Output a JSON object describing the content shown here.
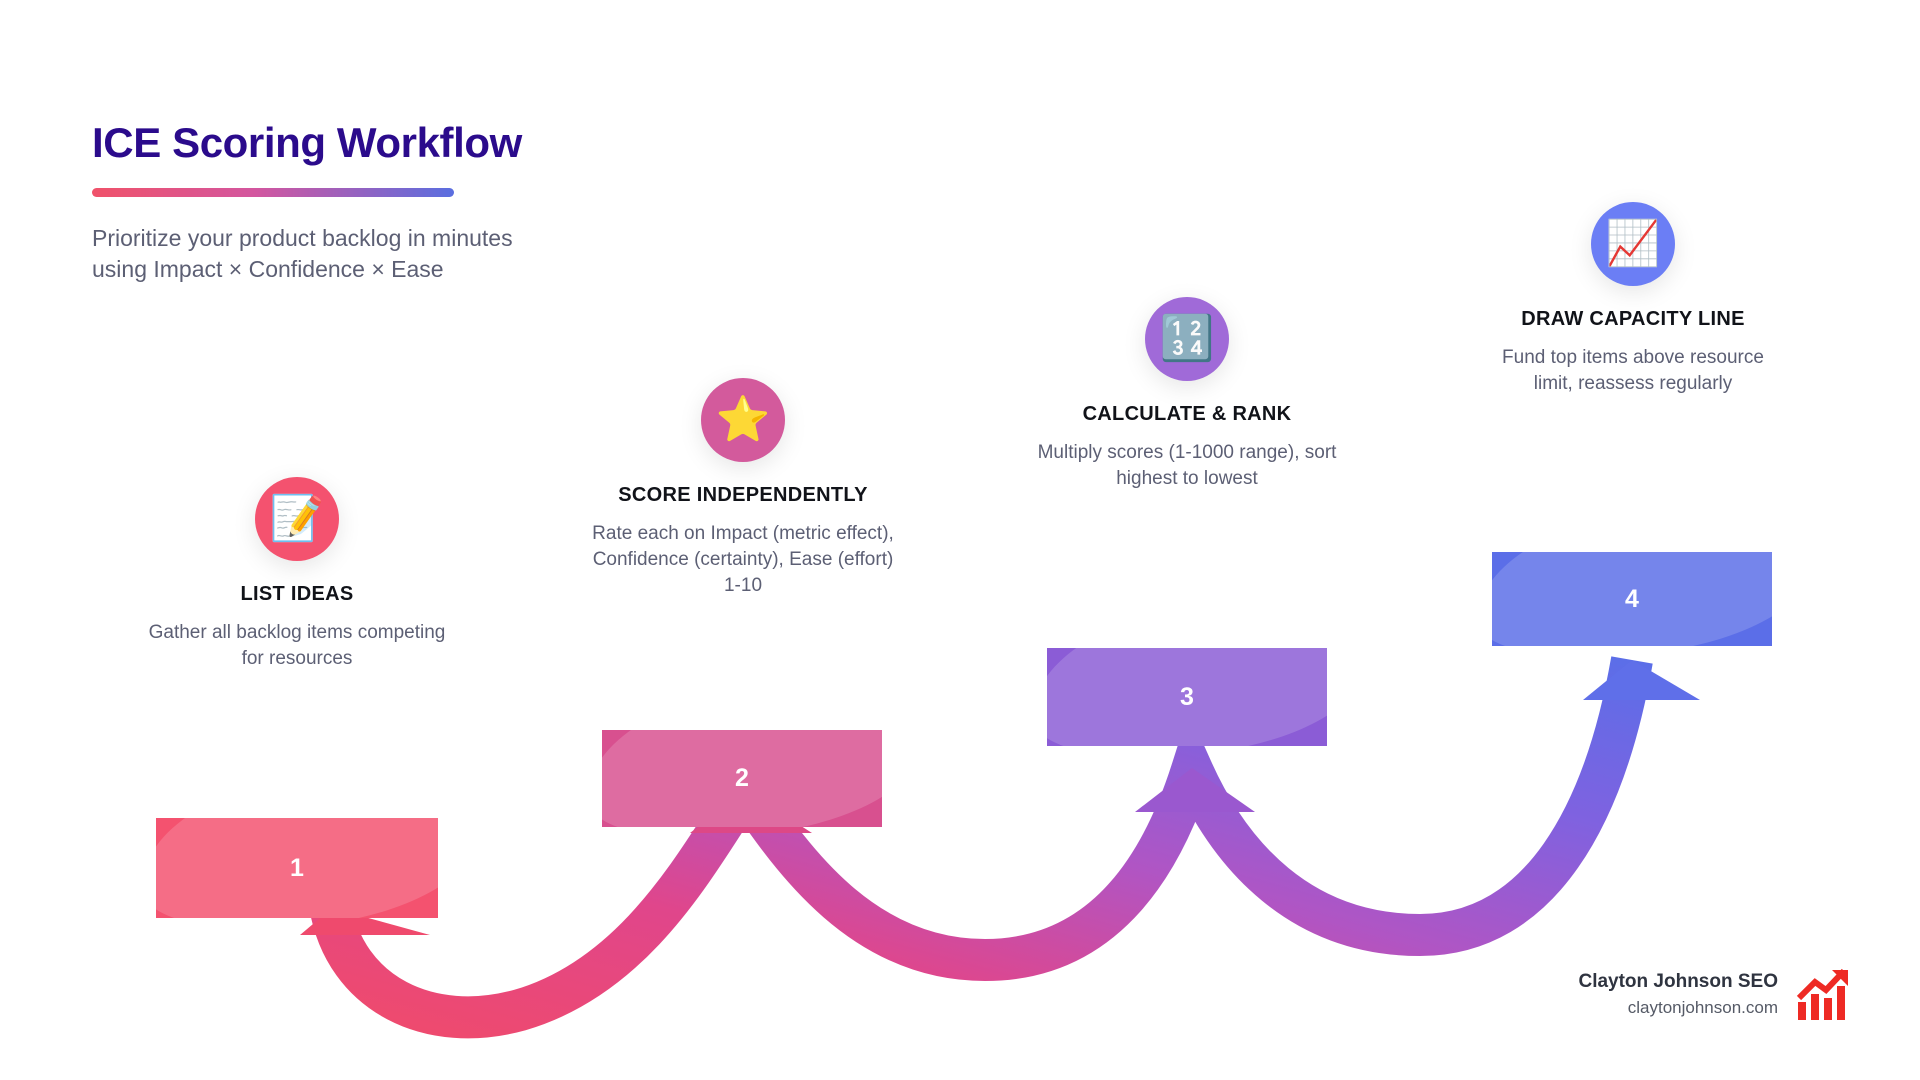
{
  "header": {
    "title": "ICE Scoring Workflow",
    "subtitle": "Prioritize your product backlog in minutes\nusing Impact × Confidence × Ease",
    "accent_from": "#f0526a",
    "accent_to": "#5a6ee0"
  },
  "steps": [
    {
      "number": "1",
      "icon": "memo-icon",
      "icon_glyph": "📝",
      "circle_color": "#f4526f",
      "bar_color": "#f4526f",
      "title": "LIST IDEAS",
      "desc": "Gather all backlog items competing for resources"
    },
    {
      "number": "2",
      "icon": "star-icon",
      "icon_glyph": "⭐",
      "circle_color": "#d35a9c",
      "bar_color": "#d8508f",
      "title": "SCORE INDEPENDENTLY",
      "desc": "Rate each on Impact (metric effect), Confidence (certainty), Ease (effort) 1-10"
    },
    {
      "number": "3",
      "icon": "input-numbers-icon",
      "icon_glyph": "🔢",
      "circle_color": "#a06ad8",
      "bar_color": "#8b5cd6",
      "title": "CALCULATE & RANK",
      "desc": "Multiply scores (1-1000 range), sort highest to lowest"
    },
    {
      "number": "4",
      "icon": "chart-increasing-icon",
      "icon_glyph": "📈",
      "circle_color": "#6b7ef5",
      "bar_color": "#5b6ee8",
      "title": "DRAW CAPACITY LINE",
      "desc": "Fund top items above resource limit, reassess regularly"
    }
  ],
  "footer": {
    "brand": "Clayton Johnson SEO",
    "site": "claytonjohnson.com",
    "logo": "bar-chart-arrow-logo",
    "logo_color": "#ee2a24"
  }
}
